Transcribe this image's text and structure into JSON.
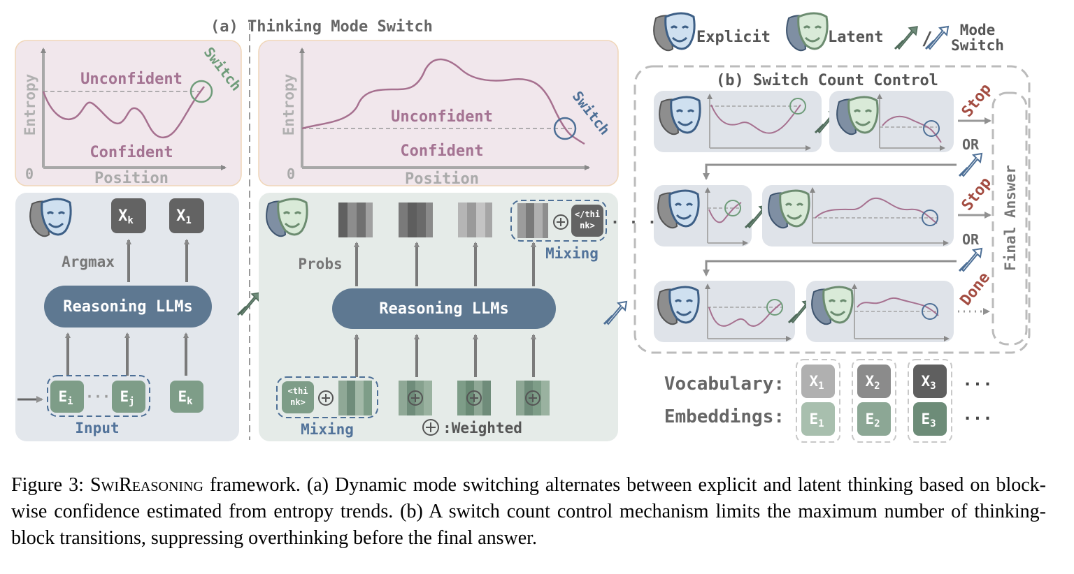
{
  "panel_a": {
    "title": "(a) Thinking Mode Switch",
    "left_chart": {
      "y_axis": "Entropy",
      "x_axis": "Position",
      "origin": "0",
      "unconfident": "Unconfident",
      "confident": "Confident",
      "switch": "Switch"
    },
    "right_chart": {
      "y_axis": "Entropy",
      "x_axis": "Position",
      "origin": "0",
      "unconfident": "Unconfident",
      "confident": "Confident",
      "switch": "Switch"
    },
    "explicit_box": {
      "token_k": "X",
      "token_k_sub": "k",
      "token_1": "X",
      "token_1_sub": "1",
      "argmax": "Argmax",
      "model": "Reasoning LLMs",
      "emb_i": "E",
      "emb_i_sub": "i",
      "emb_j": "E",
      "emb_j_sub": "j",
      "emb_k": "E",
      "emb_k_sub": "k",
      "dots": "···",
      "input": "Input"
    },
    "latent_box": {
      "probs": "Probs",
      "model": "Reasoning LLMs",
      "mixing_top": "Mixing",
      "end_think_1": "</thi",
      "end_think_2": "nk>",
      "start_think_1": "<thi",
      "start_think_2": "nk>",
      "mixing_bottom": "Mixing",
      "weighted": ":Weighted",
      "dots": "· · ·"
    }
  },
  "legend": {
    "explicit": "Explicit",
    "latent": "Latent",
    "mode_switch_1": "Mode",
    "mode_switch_2": "Switch",
    "slash": "/"
  },
  "panel_b": {
    "title": "(b) Switch Count Control",
    "rows": [
      {
        "status": "Stop",
        "or": "OR"
      },
      {
        "status": "Stop",
        "or": "OR"
      },
      {
        "status": "Done",
        "or": ""
      }
    ],
    "final_answer": "Final Answer"
  },
  "vocab": {
    "vocabulary_label": "Vocabulary:",
    "embeddings_label": "Embeddings:",
    "tokens": [
      {
        "x": "X",
        "x_sub": "1",
        "e": "E",
        "e_sub": "1"
      },
      {
        "x": "X",
        "x_sub": "2",
        "e": "E",
        "e_sub": "2"
      },
      {
        "x": "X",
        "x_sub": "3",
        "e": "E",
        "e_sub": "3"
      }
    ],
    "ellipsis": "···"
  },
  "caption": {
    "lead": "Figure 3:  ",
    "name": "SwiReasoning",
    "text": " framework.  (a) Dynamic mode switching alternates between explicit and latent thinking based on block-wise confidence estimated from entropy trends. (b) A switch count control mechanism limits the maximum number of thinking-block transitions, suppressing overthinking before the final answer."
  },
  "colors": {
    "chart_bg": "#f1e7ec",
    "chart_border": "#f0d6b8",
    "box_bg": "#e3e7ec",
    "latent_bg": "#e5ebe8",
    "llm": "#5e7891",
    "curve": "#a6708f",
    "text_pink": "#a47392",
    "text_blue": "#52739a",
    "text_gray": "#777777",
    "green": "#7e9d88",
    "red": "#a34c41",
    "token_dark": "#636363"
  }
}
